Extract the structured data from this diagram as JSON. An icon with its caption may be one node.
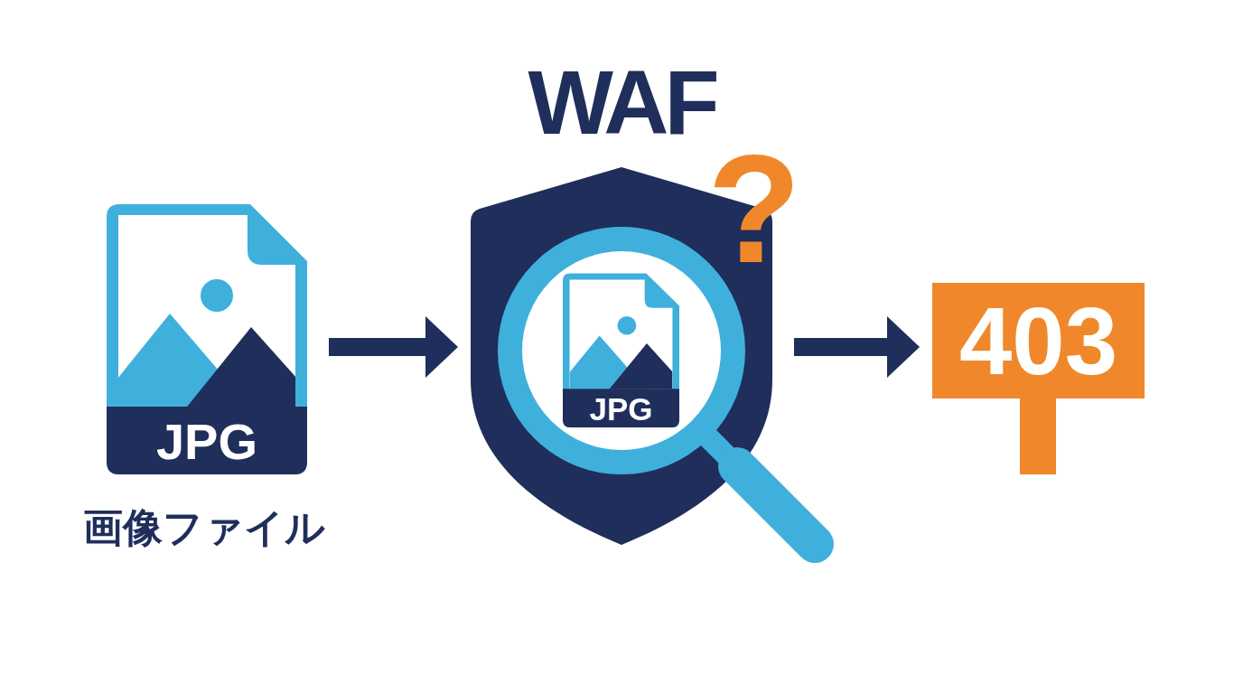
{
  "diagram": {
    "nodes": [
      {
        "text": [
          "JPG"
        ],
        "beside": [
          "画像ファイル"
        ]
      },
      {
        "text": [
          "WAF"
        ]
      },
      {
        "text": [
          "JPG"
        ],
        "in": 1
      },
      {
        "text": [
          "403"
        ]
      }
    ],
    "edges": [
      {
        "from": 0,
        "to": 1,
        "arrow": "to"
      },
      {
        "from": 1,
        "to": 3,
        "arrow": "to"
      }
    ],
    "labels": [
      "?"
    ]
  }
}
